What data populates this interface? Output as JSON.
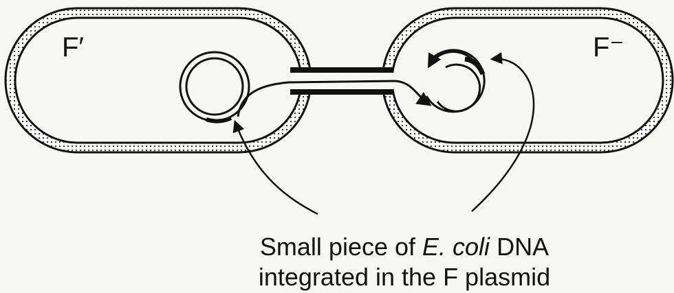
{
  "diagram": {
    "left_cell": {
      "label": "F′"
    },
    "right_cell": {
      "label": "F⁻"
    },
    "caption": {
      "line1_before": "Small piece of ",
      "line1_italic": "E. coli",
      "line1_after": " DNA",
      "line2": "integrated in the F plasmid"
    }
  }
}
